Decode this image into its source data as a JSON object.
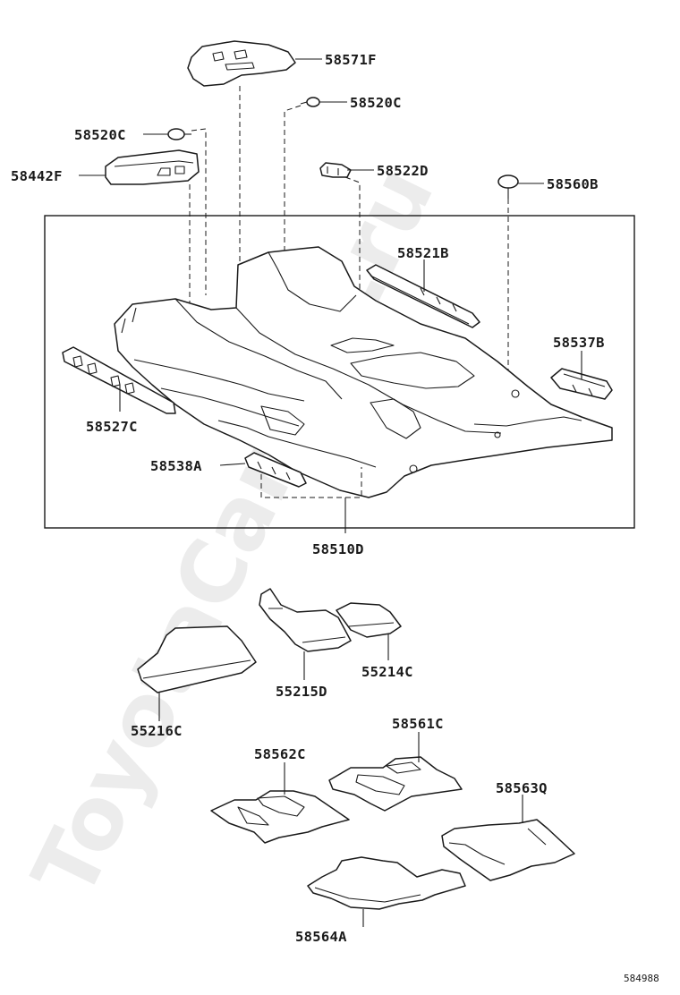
{
  "watermark": "ToyotaCarline.ru",
  "diagram_id": "584988",
  "parts": {
    "p58571F": "58571F",
    "p58520C_top": "58520C",
    "p58520C_left": "58520C",
    "p58442F": "58442F",
    "p58522D": "58522D",
    "p58560B": "58560B",
    "p58521B": "58521B",
    "p58537B": "58537B",
    "p58527C": "58527C",
    "p58538A": "58538A",
    "p58510D": "58510D",
    "p55216C": "55216C",
    "p55215D": "55215D",
    "p55214C": "55214C",
    "p58561C": "58561C",
    "p58562C": "58562C",
    "p58563Q": "58563Q",
    "p58564A": "58564A"
  }
}
